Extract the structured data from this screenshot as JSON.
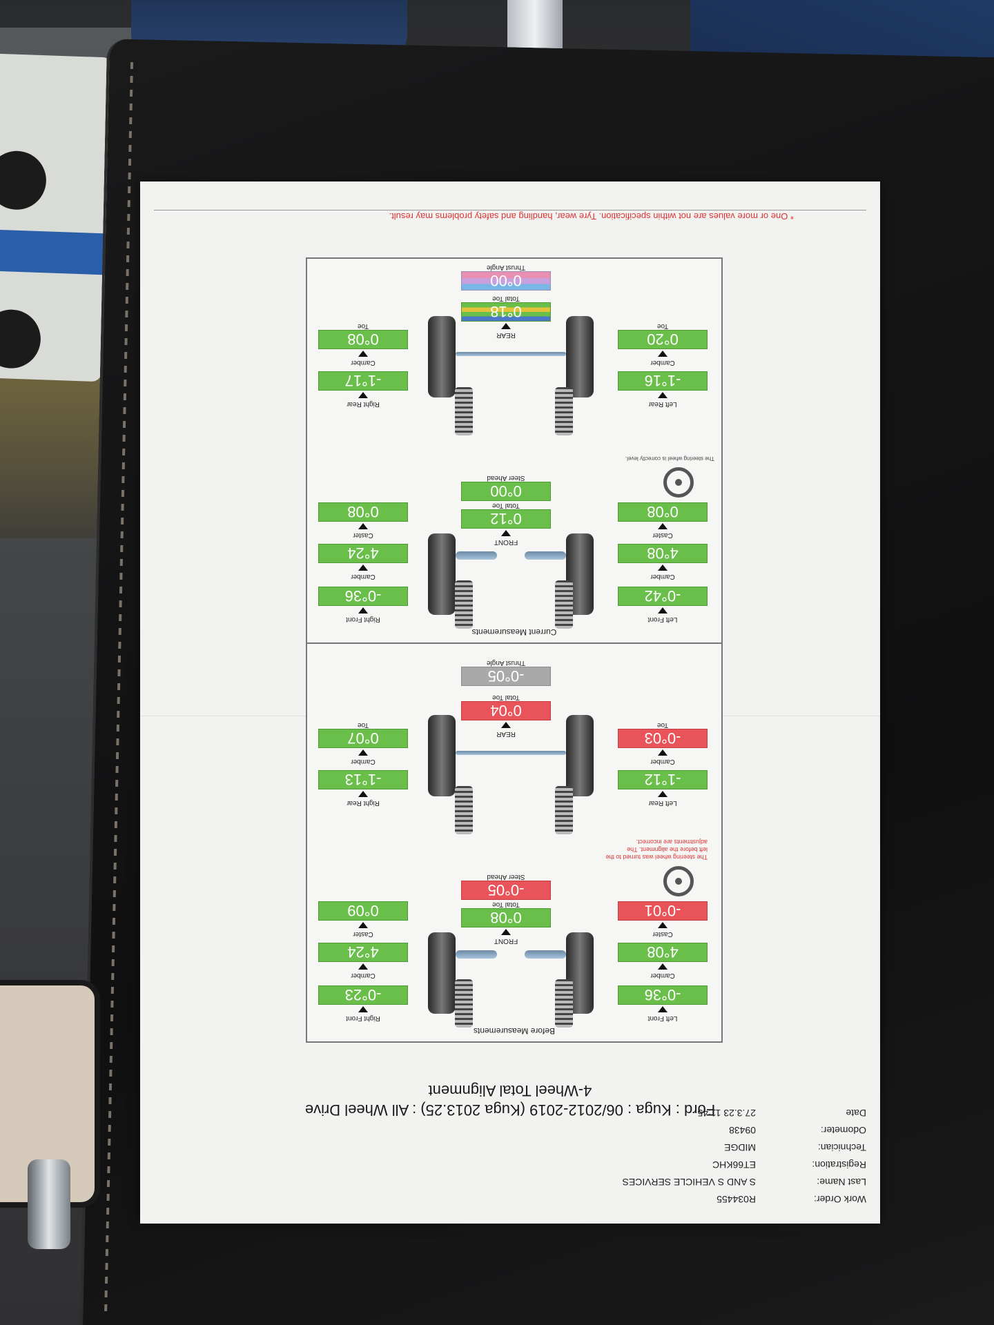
{
  "header": {
    "work_order_label": "Work Order:",
    "work_order": "R034455",
    "last_name_label": "Last Name:",
    "last_name": "S AND S VEHICLE SERVICES",
    "registration_label": "Registration:",
    "registration": "ET66KHC",
    "technician_label": "Technician:",
    "technician": "MIDGE",
    "odometer_label": "Odometer:",
    "odometer": "09438",
    "date_label": "Date",
    "date": "27.3.23 11:45"
  },
  "title": {
    "vehicle": "Ford : Kuga : 06/2012-2019 (Kuga 2013.25) : All Wheel Drive",
    "service": "4-Wheel Total Alignment"
  },
  "before": {
    "title": "Before Measurements",
    "front_label": "FRONT",
    "rear_label": "REAR",
    "left_front": {
      "label": "Left Front",
      "camber": "-0°36",
      "caster": "4°08",
      "toe": "-0°01"
    },
    "right_front": {
      "label": "Right Front",
      "camber": "-0°23",
      "caster": "4°24",
      "toe": "0°09"
    },
    "total_toe_front": {
      "label": "Total Toe",
      "value": "0°08"
    },
    "steer_ahead": {
      "label": "Steer Ahead",
      "value": "-0°05"
    },
    "steer_note": "The steering wheel was turned to the left before the alignment. The adjustments are incorrect.",
    "left_rear": {
      "label": "Left Rear",
      "camber": "-1°12",
      "toe": "-0°03"
    },
    "right_rear": {
      "label": "Right Rear",
      "camber": "-1°13",
      "toe": "0°07"
    },
    "total_toe_rear": {
      "label": "Total Toe",
      "value": "0°04"
    },
    "thrust_angle": {
      "label": "Thrust Angle",
      "value": "-0°05"
    }
  },
  "current": {
    "title": "Current Measurements",
    "front_label": "FRONT",
    "rear_label": "REAR",
    "left_front": {
      "label": "Left Front",
      "camber": "-0°42",
      "caster": "4°08",
      "toe": "0°08"
    },
    "right_front": {
      "label": "Right Front",
      "camber": "-0°36",
      "caster": "4°24",
      "toe": "0°08"
    },
    "total_toe_front": {
      "label": "Total Toe",
      "value": "0°12"
    },
    "steer_ahead": {
      "label": "Steer Ahead",
      "value": "0°00"
    },
    "steer_note": "The steering wheel is correctly level.",
    "left_rear": {
      "label": "Left Rear",
      "camber": "-1°16",
      "toe": "0°20"
    },
    "right_rear": {
      "label": "Right Rear",
      "camber": "-1°17",
      "toe": "0°08"
    },
    "total_toe_rear": {
      "label": "Total Toe",
      "value": "0°18"
    },
    "thrust_angle": {
      "label": "Thrust Angle",
      "value": "0°00"
    }
  },
  "labels": {
    "camber": "Camber",
    "caster": "Caster",
    "toe": "Toe"
  },
  "footer_note": "* One or more values are not within specification. Tyre wear, handling and safety problems may result.",
  "colors": {
    "in_spec": "#6abf4b",
    "out_of_spec": "#e9535a",
    "neutral": "#a9a9a9"
  }
}
